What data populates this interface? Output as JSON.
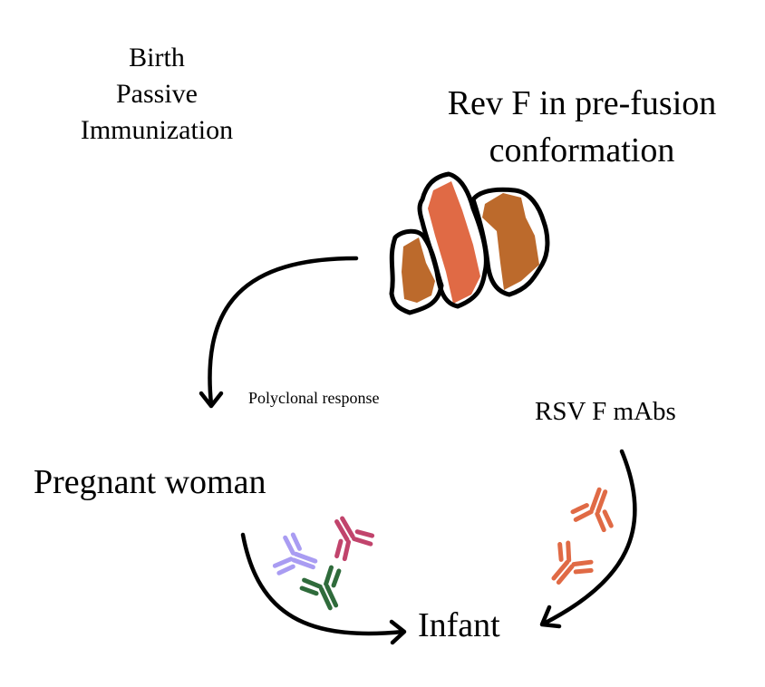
{
  "labels": {
    "birth_line1": "Birth",
    "birth_line2": "Passive",
    "birth_line3": "Immunization",
    "rev_f_line1": "Rev F in pre-fusion",
    "rev_f_line2": "conformation",
    "polyclonal": "Polyclonal response",
    "rsv_mabs": "RSV F mAbs",
    "pregnant_woman": "Pregnant woman",
    "infant": "Infant"
  },
  "colors": {
    "protein_orange": "#E06A45",
    "protein_brown": "#BC6A2C",
    "antibody_purple": "#A99CF2",
    "antibody_magenta": "#C1446C",
    "antibody_green": "#2F6B3B",
    "antibody_orange": "#E06A45"
  }
}
